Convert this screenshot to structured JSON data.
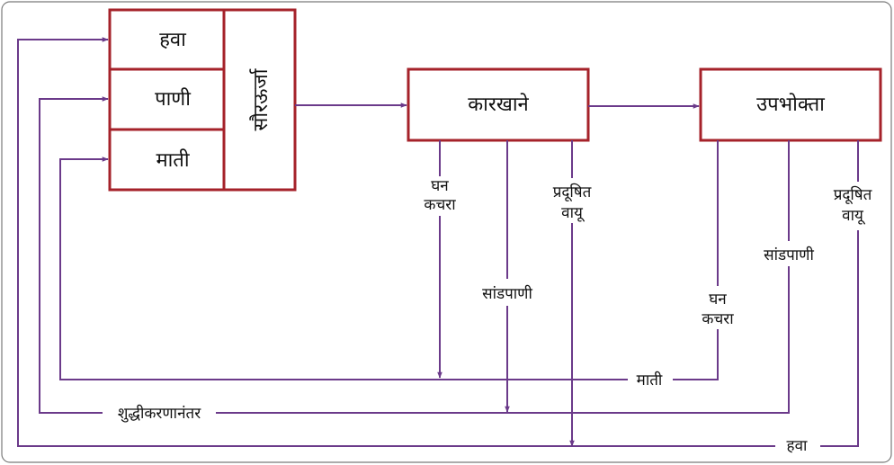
{
  "colors": {
    "box_border": "#a5222a",
    "flow_line": "#6b3a8a",
    "text": "#111111"
  },
  "resources": {
    "air": "हवा",
    "water": "पाणी",
    "soil": "माती"
  },
  "solar_energy": "सौरऊर्जा",
  "factory": "कारखाने",
  "consumer": "उपभोक्ता",
  "factory_outputs": {
    "solid_waste": [
      "घन",
      "कचरा"
    ],
    "waste_water": "सांडपाणी",
    "polluted_air": [
      "प्रदूषित",
      "वायू"
    ]
  },
  "consumer_outputs": {
    "solid_waste": [
      "घन",
      "कचरा"
    ],
    "waste_water": "सांडपाणी",
    "polluted_air": [
      "प्रदूषित",
      "वायू"
    ]
  },
  "return_labels": {
    "soil": "माती",
    "after_purification": "शुद्धीकरणानंतर",
    "air": "हवा"
  }
}
